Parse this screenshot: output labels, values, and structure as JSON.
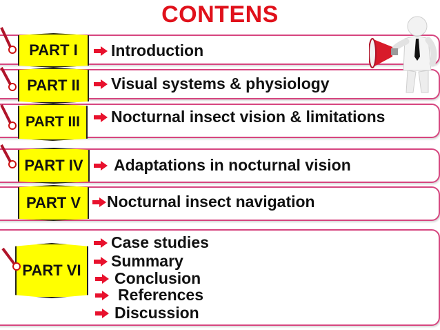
{
  "title": "CONTENS",
  "colors": {
    "title": "#e0111b",
    "border": "#d6457f",
    "tag": "#ffff00",
    "arrow": "#e8112d"
  },
  "parts": [
    {
      "tag": "PART I",
      "items": [
        "Introduction"
      ]
    },
    {
      "tag": "PART II",
      "items": [
        "Visual systems & physiology"
      ]
    },
    {
      "tag": "PART III",
      "items": [
        "Nocturnal insect vision & limitations"
      ]
    },
    {
      "tag": "PART IV",
      "items": [
        "Adaptations in nocturnal vision"
      ]
    },
    {
      "tag": "PART V",
      "items": [
        "Nocturnal insect navigation"
      ]
    },
    {
      "tag": "PART VI",
      "items": [
        "Case studies",
        "Summary",
        "Conclusion",
        "References",
        "Discussion"
      ]
    }
  ],
  "icons": {
    "bullet": "arrow-right-icon",
    "pin": "push-pin-icon",
    "figure": "megaphone-person-icon"
  }
}
